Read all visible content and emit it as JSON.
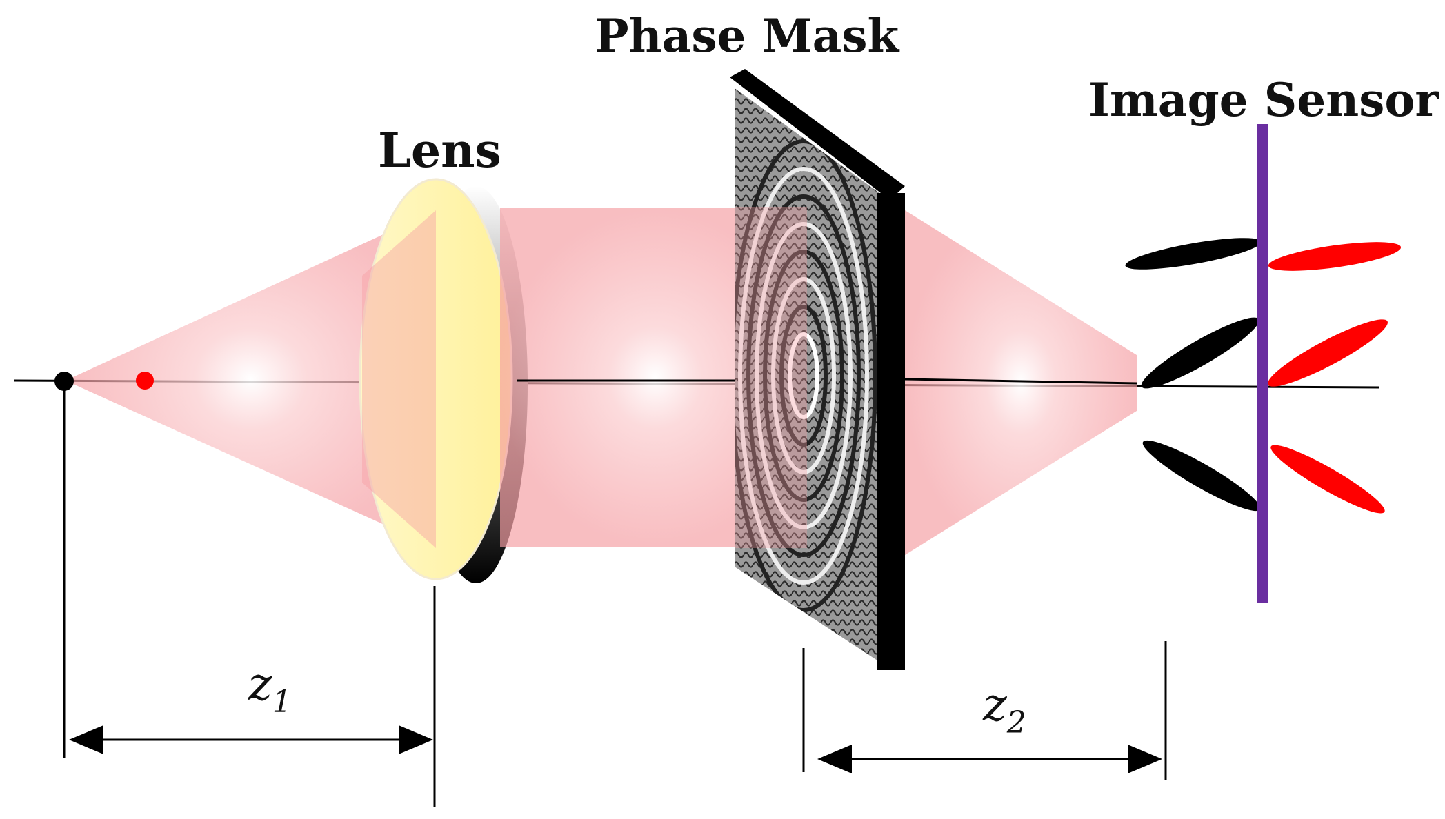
{
  "labels": {
    "lens": "Lens",
    "phase_mask": "Phase Mask",
    "image_sensor": "Image Sensor"
  },
  "dimensions": {
    "z1": {
      "base": "z",
      "sub": "1"
    },
    "z2": {
      "base": "z",
      "sub": "2"
    }
  },
  "colors": {
    "beam": "#f7a0a4",
    "lens_face": "#fff3a8",
    "lens_rim": "#555555",
    "mask_frame": "#000000",
    "sensor": "#6a2ea0",
    "psf_black": "#000000",
    "psf_red": "#ff0000",
    "point_source": "#ff0000",
    "axis": "#000000"
  },
  "icons": {
    "point_source_black": "object-point-icon",
    "point_source_red": "shifted-point-icon"
  }
}
